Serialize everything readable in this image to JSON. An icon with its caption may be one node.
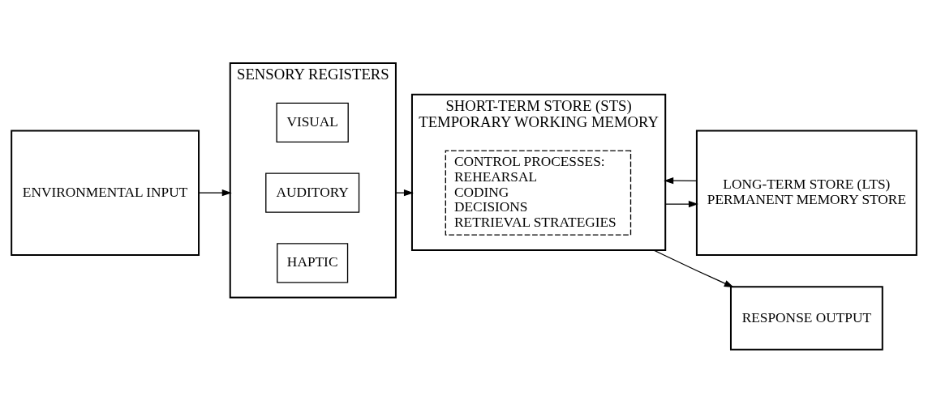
{
  "diagram": {
    "nodes": [
      {
        "text": [
          "ENVIRONMENTAL INPUT"
        ]
      },
      {
        "text": [
          "SENSORY REGISTERS"
        ]
      },
      {
        "text": [
          "VISUAL"
        ],
        "in": 1
      },
      {
        "text": [
          "AUDITORY"
        ],
        "in": 1
      },
      {
        "text": [
          "HAPTIC"
        ],
        "in": 1
      },
      {
        "text": [
          "SHORT-TERM STORE (STS)",
          "TEMPORARY WORKING MEMORY"
        ]
      },
      {
        "text": [
          "CONTROL PROCESSES:",
          "REHEARSAL",
          "CODING",
          "DECISIONS",
          "RETRIEVAL STRATEGIES"
        ],
        "in": 5
      },
      {
        "text": [
          "LONG-TERM STORE (LTS)",
          "PERMANENT MEMORY STORE"
        ]
      },
      {
        "text": [
          "RESPONSE OUTPUT"
        ]
      }
    ],
    "edges": [
      {
        "from": 0,
        "to": 1,
        "arrow": "to"
      },
      {
        "from": 1,
        "to": 5,
        "arrow": "to"
      },
      {
        "from": 5,
        "to": 7,
        "arrow": "to"
      },
      {
        "from": 7,
        "to": 5,
        "arrow": "to"
      },
      {
        "from": 5,
        "to": 8,
        "arrow": "to"
      }
    ]
  }
}
